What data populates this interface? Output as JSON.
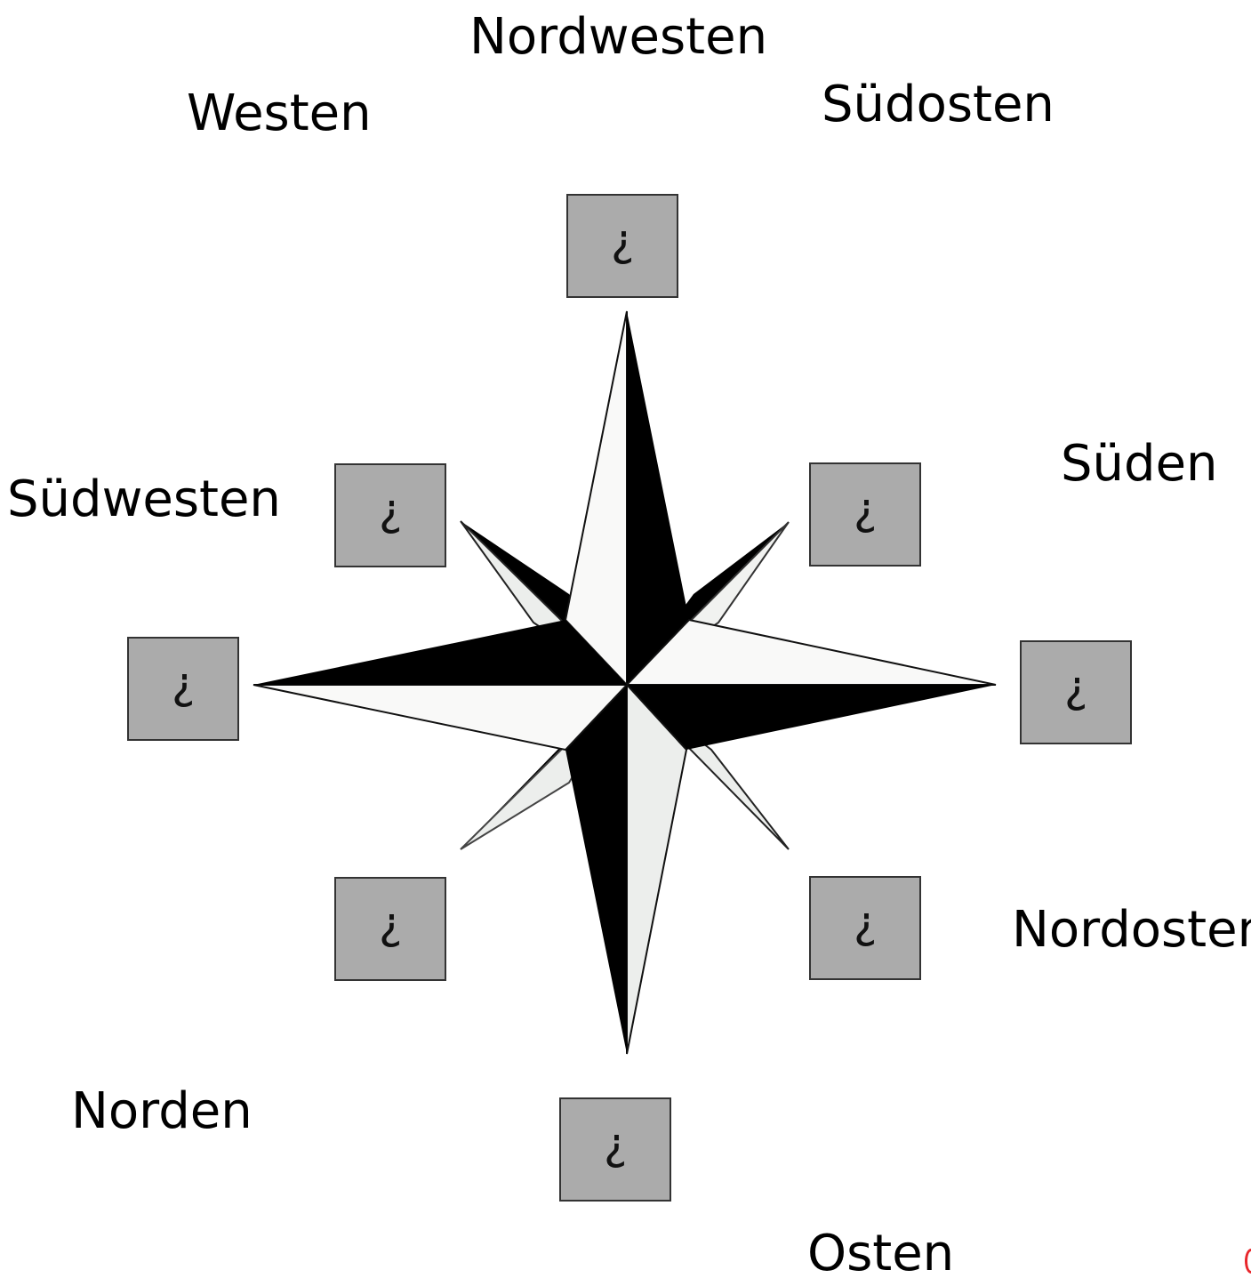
{
  "labels": {
    "nordwesten": "Nordwesten",
    "westen": "Westen",
    "suedosten": "Südosten",
    "sueden": "Süden",
    "suedwesten": "Südwesten",
    "nordosten": "Nordosten",
    "norden": "Norden",
    "osten": "Osten"
  },
  "boxes": {
    "top": "?",
    "top_left": "?",
    "top_right": "?",
    "left": "?",
    "right": "?",
    "bottom_left": "?",
    "bottom_right": "?",
    "bottom": "?"
  },
  "colors": {
    "box_fill": "#ababab",
    "star_dark": "#000000",
    "star_light": "#f4f5f3"
  }
}
